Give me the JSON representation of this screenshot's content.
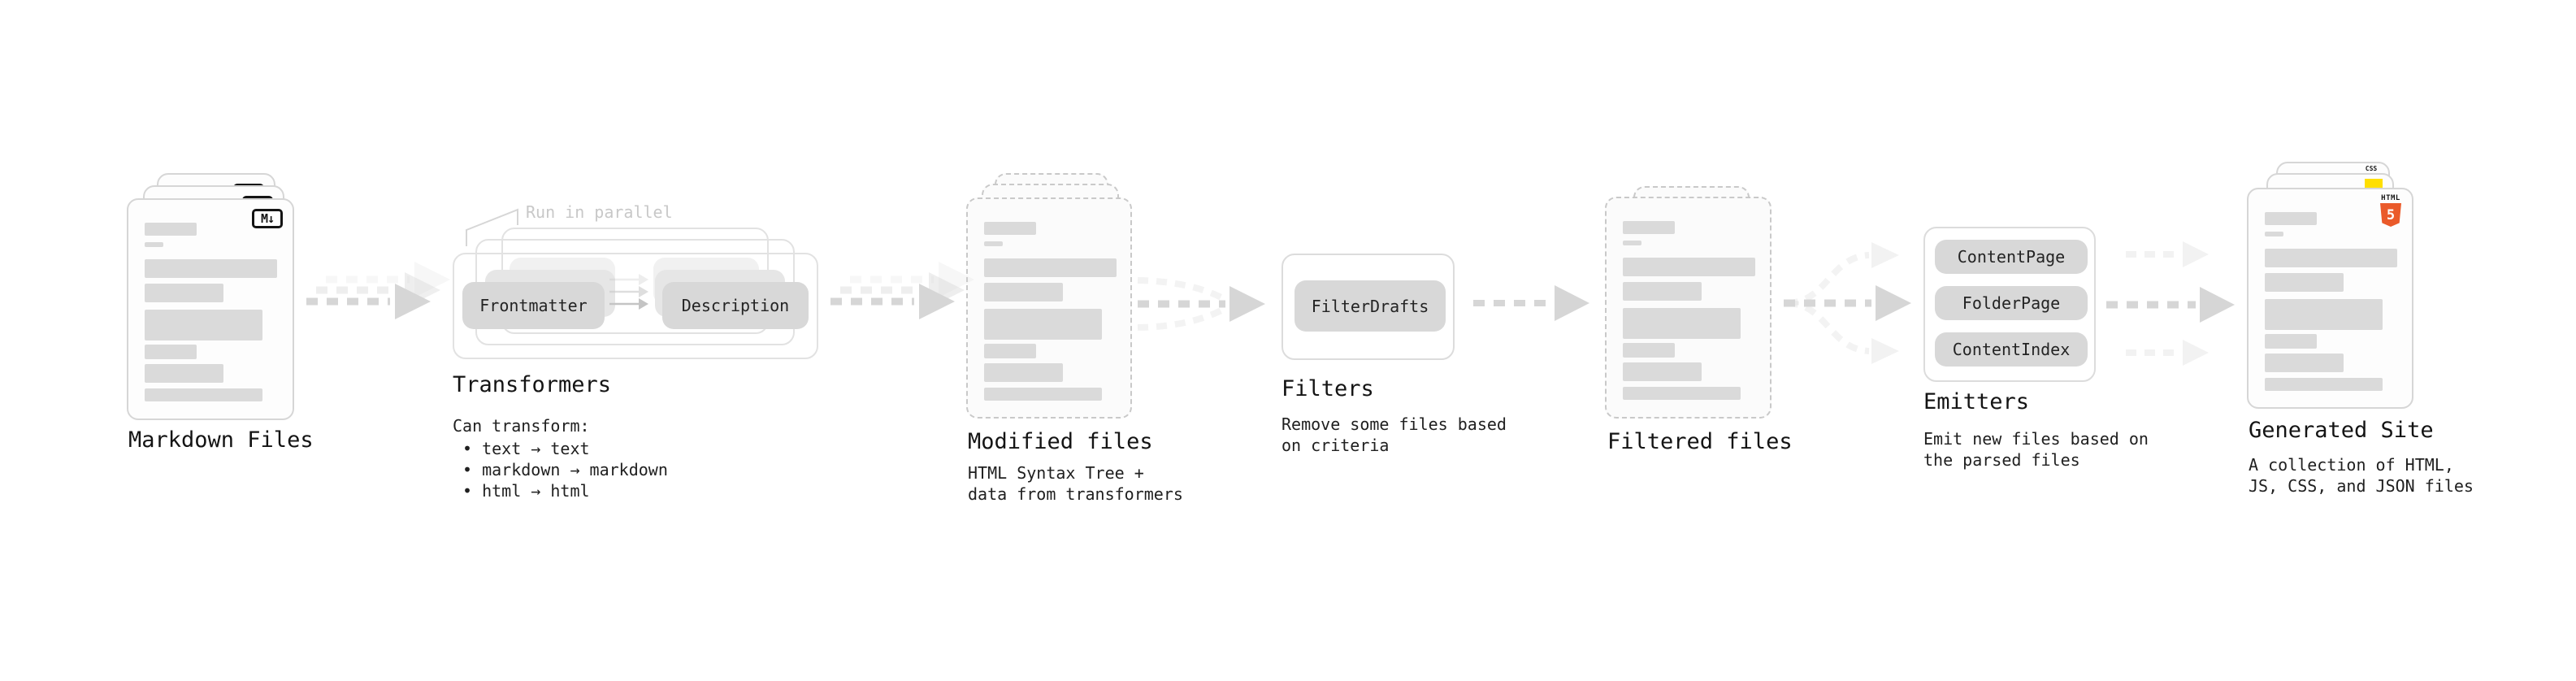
{
  "stages": {
    "markdown_files": {
      "label": "Markdown Files",
      "badge": "M↓"
    },
    "transformers": {
      "label": "Transformers",
      "note": "Run in parallel",
      "pills": [
        "Frontmatter",
        "Description"
      ],
      "desc_title": "Can transform:",
      "bullets": [
        "• text → text",
        "• markdown → markdown",
        "• html → html"
      ]
    },
    "modified_files": {
      "label": "Modified files",
      "desc": [
        "HTML Syntax Tree +",
        "data from transformers"
      ]
    },
    "filters": {
      "label": "Filters",
      "pills": [
        "FilterDrafts"
      ],
      "desc": [
        "Remove some files based",
        "on criteria"
      ]
    },
    "filtered_files": {
      "label": "Filtered files"
    },
    "emitters": {
      "label": "Emitters",
      "pills": [
        "ContentPage",
        "FolderPage",
        "ContentIndex"
      ],
      "desc": [
        "Emit new files based on",
        "the parsed files"
      ]
    },
    "generated_site": {
      "label": "Generated Site",
      "badge_html": "HTML",
      "badge_html_num": "5",
      "badge_css": "CSS",
      "desc": [
        "A collection of HTML,",
        "JS, CSS, and JSON files"
      ]
    }
  },
  "colors": {
    "html5_orange": "#ea5a2a",
    "js_yellow": "#ffdf00",
    "css_blue": "#2e68e0",
    "arrow_gray": "#d6d6d6",
    "bar_gray": "#dadada",
    "pill_gray": "#d8d8d8"
  }
}
